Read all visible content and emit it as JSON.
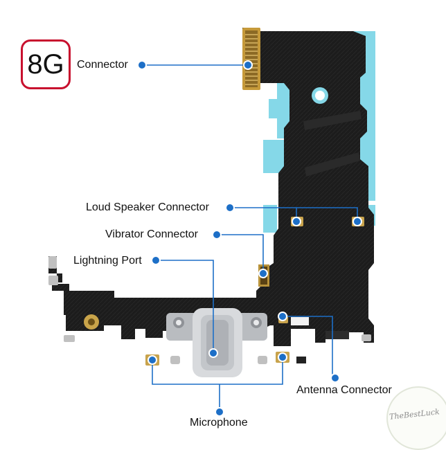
{
  "badge": {
    "text": "8G"
  },
  "labels": {
    "connector": "Connector",
    "loud_speaker": "Loud Speaker Connector",
    "vibrator": "Vibrator Connector",
    "lightning": "Lightning Port",
    "antenna": "Antenna Connector",
    "microphone": "Microphone"
  },
  "watermark": {
    "text": "TheBestLuck"
  },
  "colors": {
    "pointer": "#1d6fc7",
    "badge_border": "#c8102e",
    "flex_cable": "#1f1f1f",
    "stiffener": "#7fd8e8"
  }
}
